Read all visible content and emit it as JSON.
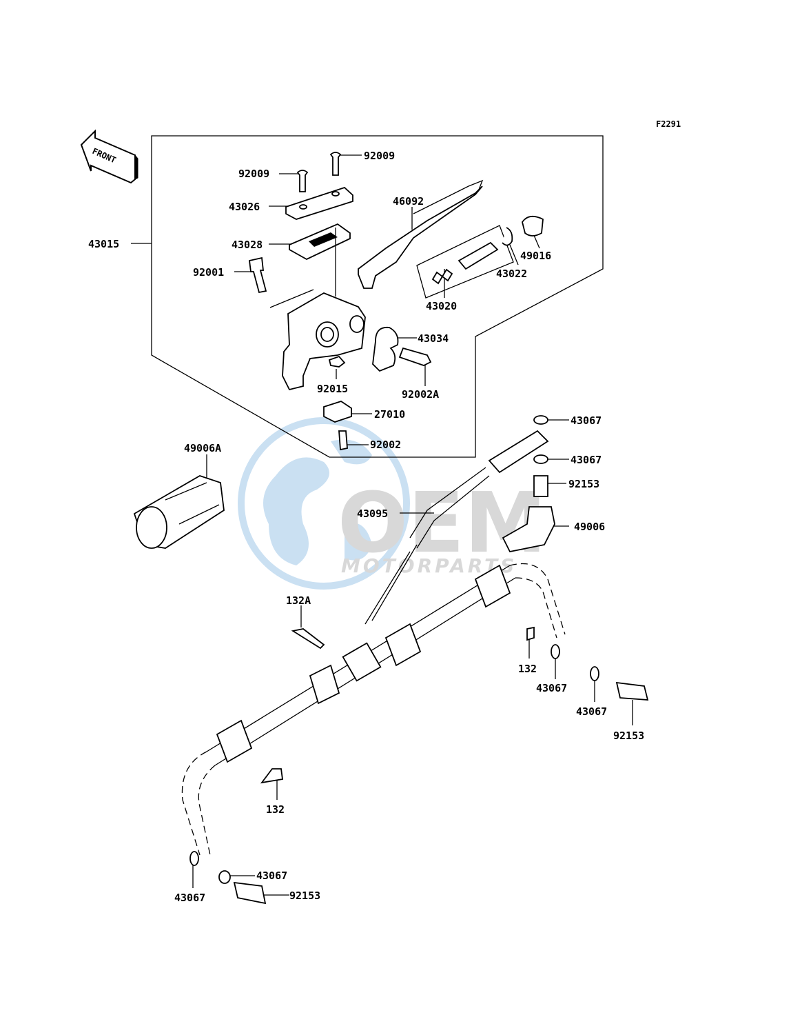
{
  "diagram_code": "F2291",
  "front_label": "FRONT",
  "watermark": {
    "brand": "OEM",
    "sub": "MOTORPARTS",
    "color_globe": "#9fc7e8",
    "color_text": "#b9b9b9"
  },
  "parts": [
    {
      "id": "p92009a",
      "label": "92009"
    },
    {
      "id": "p92009b",
      "label": "92009"
    },
    {
      "id": "p43026",
      "label": "43026"
    },
    {
      "id": "p46092",
      "label": "46092"
    },
    {
      "id": "p43015",
      "label": "43015"
    },
    {
      "id": "p43028",
      "label": "43028"
    },
    {
      "id": "p49016",
      "label": "49016"
    },
    {
      "id": "p92001",
      "label": "92001"
    },
    {
      "id": "p43022",
      "label": "43022"
    },
    {
      "id": "p43020",
      "label": "43020"
    },
    {
      "id": "p43034",
      "label": "43034"
    },
    {
      "id": "p92015",
      "label": "92015"
    },
    {
      "id": "p92002A",
      "label": "92002A"
    },
    {
      "id": "p27010",
      "label": "27010"
    },
    {
      "id": "p43067a",
      "label": "43067"
    },
    {
      "id": "p92002",
      "label": "92002"
    },
    {
      "id": "p49006A",
      "label": "49006A"
    },
    {
      "id": "p43067b",
      "label": "43067"
    },
    {
      "id": "p92153a",
      "label": "92153"
    },
    {
      "id": "p43095",
      "label": "43095"
    },
    {
      "id": "p49006",
      "label": "49006"
    },
    {
      "id": "p132A",
      "label": "132A"
    },
    {
      "id": "p132a",
      "label": "132"
    },
    {
      "id": "p43067c",
      "label": "43067"
    },
    {
      "id": "p43067d",
      "label": "43067"
    },
    {
      "id": "p92153b",
      "label": "92153"
    },
    {
      "id": "p132b",
      "label": "132"
    },
    {
      "id": "p43067e",
      "label": "43067"
    },
    {
      "id": "p43067f",
      "label": "43067"
    },
    {
      "id": "p92153c",
      "label": "92153"
    }
  ]
}
